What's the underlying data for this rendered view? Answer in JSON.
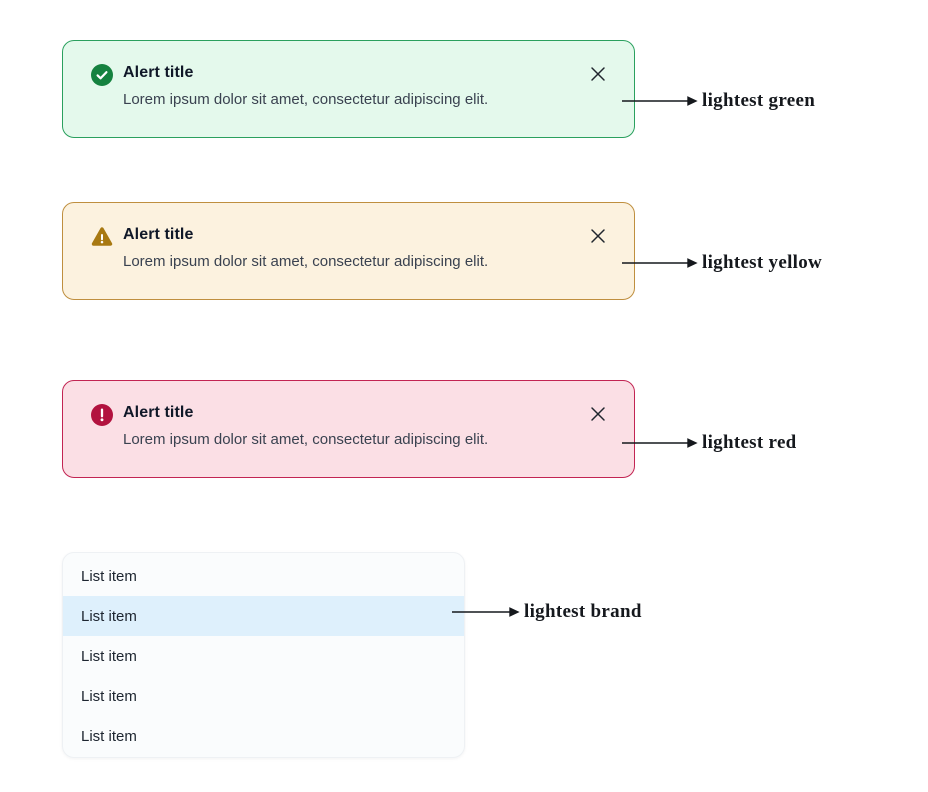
{
  "alerts": [
    {
      "variant": "success",
      "icon": "check-circle-icon",
      "title": "Alert title",
      "description": "Lorem ipsum dolor sit amet, consectetur adipiscing elit.",
      "annotation": "lightest green",
      "colors": {
        "background": "#e4f9ec",
        "border": "#2aa05e",
        "icon": "#15823f"
      }
    },
    {
      "variant": "warning",
      "icon": "warning-triangle-icon",
      "title": "Alert title",
      "description": "Lorem ipsum dolor sit amet, consectetur adipiscing elit.",
      "annotation": "lightest yellow",
      "colors": {
        "background": "#fcf2df",
        "border": "#bf8f3f",
        "icon": "#a87912"
      }
    },
    {
      "variant": "error",
      "icon": "error-circle-icon",
      "title": "Alert title",
      "description": "Lorem ipsum dolor sit amet, consectetur adipiscing elit.",
      "annotation": "lightest red",
      "colors": {
        "background": "#fbdfe5",
        "border": "#c22553",
        "icon": "#b2123f"
      }
    }
  ],
  "list": {
    "items": [
      {
        "label": "List item",
        "selected": false
      },
      {
        "label": "List item",
        "selected": true
      },
      {
        "label": "List item",
        "selected": false
      },
      {
        "label": "List item",
        "selected": false
      },
      {
        "label": "List item",
        "selected": false
      }
    ],
    "annotation": "lightest brand",
    "colors": {
      "background": "#fafcfd",
      "highlight": "#def0fc"
    }
  }
}
